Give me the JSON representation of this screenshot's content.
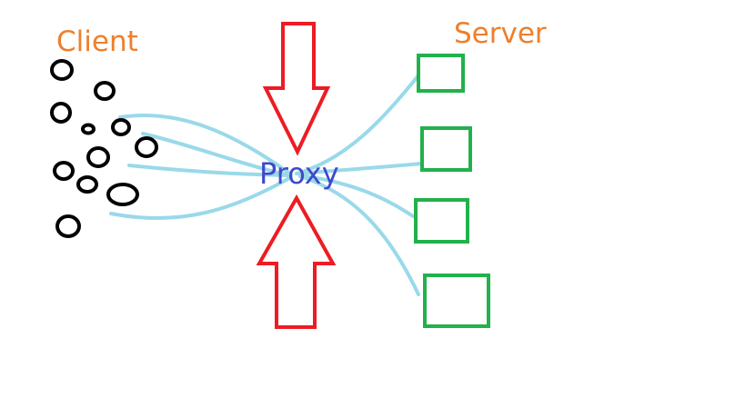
{
  "labels": {
    "client": "Client",
    "server": "Server",
    "proxy": "Proxy"
  },
  "colors": {
    "background": "#ffffff",
    "client_label": "#ee7f2d",
    "server_label": "#ee7f2d",
    "proxy_label": "#3f48cc",
    "client_circles": "#000000",
    "server_boxes": "#22b14c",
    "connections": "#99d9ea",
    "arrows": "#ed1c24"
  },
  "icons": {
    "client": "circle-icon",
    "server": "box-icon",
    "arrow_down": "arrow-down-icon",
    "arrow_up": "arrow-up-icon"
  }
}
